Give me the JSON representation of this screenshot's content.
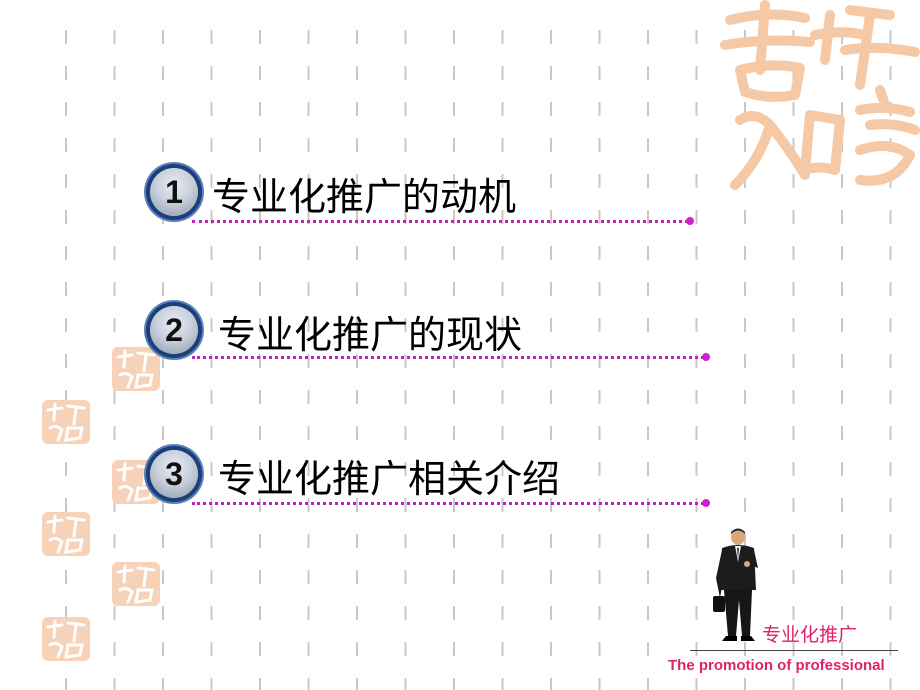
{
  "items": [
    {
      "number": "1",
      "text": "专业化推广的动机"
    },
    {
      "number": "2",
      "text": "专业化推广的现状"
    },
    {
      "number": "3",
      "text": "专业化推广相关介绍"
    }
  ],
  "brand": {
    "title_cn": "专业化推广",
    "title_en": "The promotion of professional"
  },
  "colors": {
    "accent_magenta": "#e0206a",
    "dotted_line": "#c020c0",
    "badge_ring": "#1a3f7a",
    "calligraphy": "#f6c9a6"
  },
  "icons": [
    "number-badge-icon",
    "calligraphy-seal-icon",
    "businessman-icon"
  ]
}
